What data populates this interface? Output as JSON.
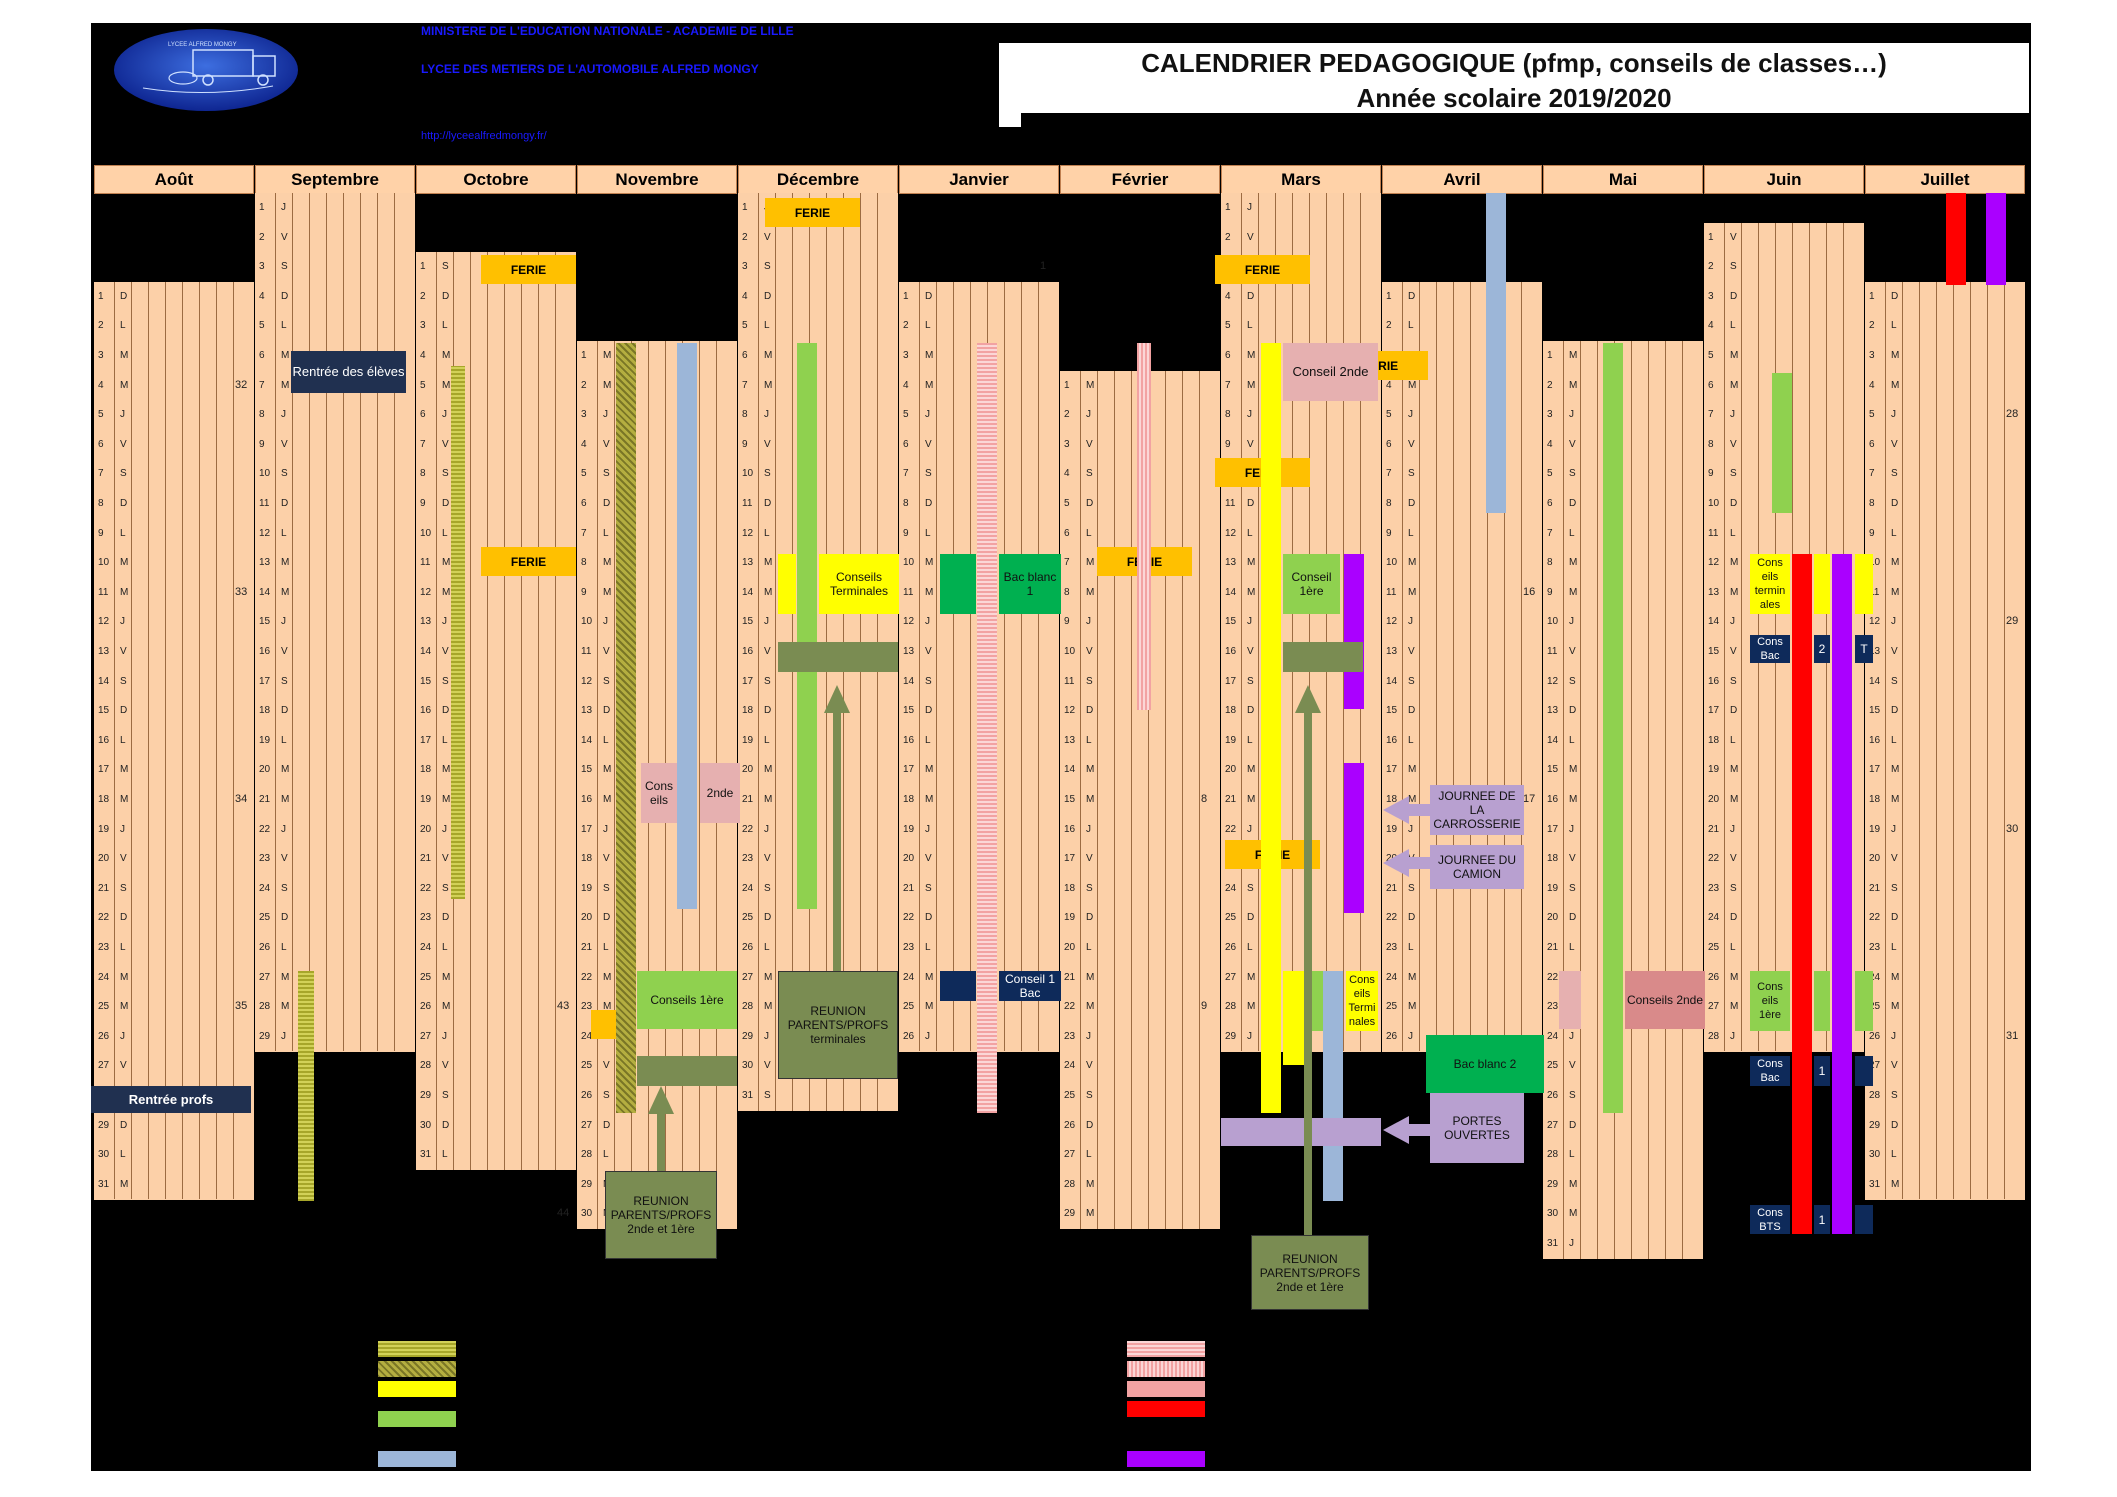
{
  "header": {
    "ministry": "MINISTERE DE L'EDUCATION NATIONALE - ACADEMIE DE LILLE",
    "school": "LYCEE DES METIERS DE L'AUTOMOBILE ALFRED MONGY",
    "url": "http://lyceealfredmongy.fr/",
    "logo_text": "LYCEE ALFRED MONGY",
    "title_line1": "CALENDRIER PEDAGOGIQUE (pfmp, conseils de classes…)",
    "title_line2": "Année scolaire 2019/2020"
  },
  "months": [
    {
      "name": "Août",
      "first_day_index": 3,
      "days": 31,
      "weeks": [
        {
          "row": 7,
          "label": "32"
        },
        {
          "row": 14,
          "label": "33"
        },
        {
          "row": 21,
          "label": "34"
        },
        {
          "row": 28,
          "label": "35"
        }
      ]
    },
    {
      "name": "Septembre",
      "first_day_index": 0,
      "days": 29,
      "weeks": []
    },
    {
      "name": "Octobre",
      "first_day_index": 2,
      "days": 31,
      "weeks": [
        {
          "row": 28,
          "label": "43"
        },
        {
          "row": 35,
          "label": "44"
        }
      ]
    },
    {
      "name": "Novembre",
      "first_day_index": 5,
      "days": 30,
      "weeks": []
    },
    {
      "name": "Décembre",
      "first_day_index": 0,
      "days": 31,
      "weeks": []
    },
    {
      "name": "Janvier",
      "first_day_index": 3,
      "days": 26,
      "weeks": [
        {
          "row": 3,
          "label": "1"
        }
      ]
    },
    {
      "name": "Février",
      "first_day_index": 6,
      "days": 29,
      "weeks": [
        {
          "row": 21,
          "label": "8"
        },
        {
          "row": 28,
          "label": "9"
        }
      ]
    },
    {
      "name": "Mars",
      "first_day_index": 0,
      "days": 29,
      "weeks": []
    },
    {
      "name": "Avril",
      "first_day_index": 3,
      "days": 26,
      "weeks": [
        {
          "row": 14,
          "label": "16"
        },
        {
          "row": 21,
          "label": "17"
        }
      ]
    },
    {
      "name": "Mai",
      "first_day_index": 5,
      "days": 31,
      "weeks": []
    },
    {
      "name": "Juin",
      "first_day_index": 1,
      "days": 28,
      "weeks": []
    },
    {
      "name": "Juillet",
      "first_day_index": 3,
      "days": 31,
      "weeks": [
        {
          "row": 8,
          "label": "28"
        },
        {
          "row": 15,
          "label": "29"
        },
        {
          "row": 22,
          "label": "30"
        },
        {
          "row": 29,
          "label": "31"
        }
      ]
    }
  ],
  "weekday_letters": [
    "D",
    "L",
    "M",
    "M",
    "J",
    "V",
    "S"
  ],
  "row_numbers": [
    "1",
    "2",
    "3",
    "4",
    "5",
    "6",
    "7",
    "8",
    "9",
    "10",
    "11",
    "12",
    "13",
    "14",
    "15",
    "16",
    "17",
    "18",
    "19",
    "20",
    "21",
    "22",
    "23",
    "24",
    "25",
    "26",
    "27",
    "28",
    "29",
    "30",
    "31"
  ],
  "events": {
    "ferie_label": "FERIE",
    "rentree_eleves": "Rentrée des élèves",
    "rentree_profs": "Rentrée profs",
    "conseils_nov": "Cons eils",
    "seconde_nov": "2nde",
    "conseils_1ere_nov": "Conseils 1ère",
    "conseils_terminales_dec": "Conseils Terminales",
    "reunion_dec": "REUNION PARENTS/PROFS terminales",
    "reunion_nov": "REUNION PARENTS/PROFS 2nde et 1ère",
    "bac_blanc_1": "Bac blanc 1",
    "conseil_1_bac": "Conseil 1 Bac",
    "conseil_2nde_mars": "Conseil 2nde",
    "conseil_1ere_mars": "Conseil 1ère",
    "conseils_terminales_mars": "Cons eils Termi nales",
    "reunion_mars": "REUNION PARENTS/PROFS 2nde et 1ère",
    "journee_carrosserie": "JOURNEE DE LA CARROSSERIE",
    "journee_camion": "JOURNEE DU CAMION",
    "portes_ouvertes": "PORTES OUVERTES",
    "bac_blanc_2": "Bac blanc 2",
    "conseils_2nde_mai": "Conseils 2nde",
    "conseils_terminales_juin": "Cons eils termin ales",
    "cons_bac_juin": "Cons Bac",
    "juin_2": "2",
    "juin_T": "T",
    "conseils_1ere_juin": "Cons eils 1ère",
    "cons_bac_1": "Cons Bac",
    "juin_1a": "1",
    "cons_bts": "Cons BTS",
    "juin_1b": "1"
  },
  "colors": {
    "background": "#000000",
    "day_row": "#fcd0a8",
    "ferie": "#ffc000",
    "olive_hatch": "#a7a62a",
    "olive_dark": "#8e8a2e",
    "yellow": "#ffff00",
    "green": "#8fd14f",
    "blue": "#9cb6d8",
    "pink_hatch": "#f2a2a2",
    "red": "#ff0000",
    "violet": "#aa00ff",
    "reunion": "#7a8c52",
    "navy": "#0e2a5a",
    "lavender": "#b8a0d0"
  }
}
